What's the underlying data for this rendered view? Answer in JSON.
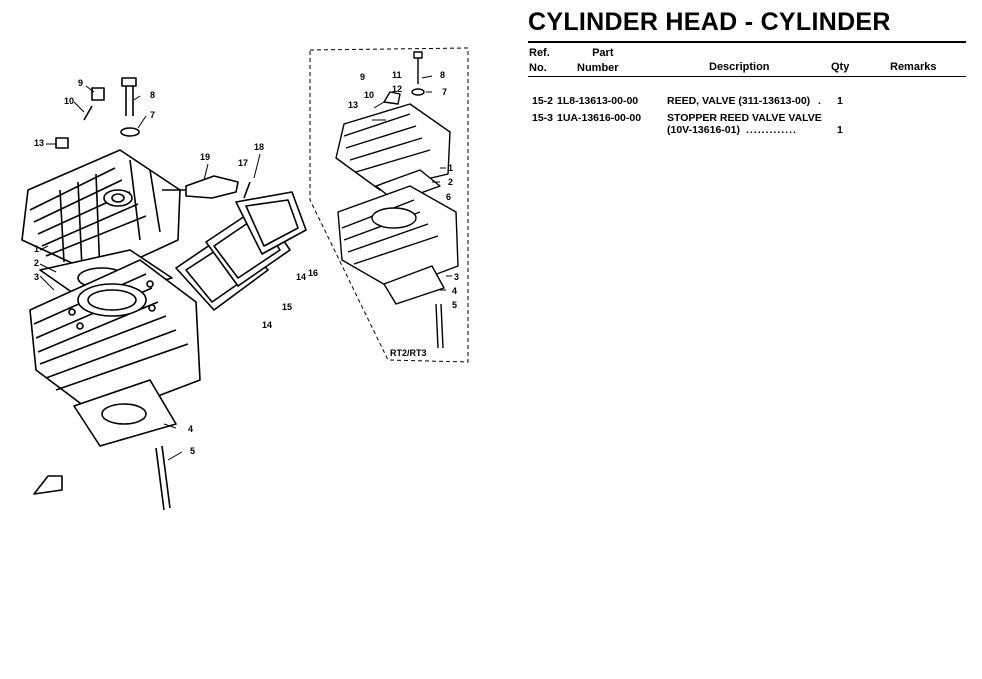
{
  "title": "CYLINDER HEAD - CYLINDER",
  "table": {
    "headers": {
      "ref_line1": "Ref.",
      "ref_line2": "No.",
      "part_line1": "Part",
      "part_line2": "Number",
      "description": "Description",
      "qty": "Qty",
      "remarks": "Remarks"
    },
    "rows": [
      {
        "ref": "15-2",
        "part": "1L8-13613-00-00",
        "desc": "REED, VALVE (311-13613-00)",
        "dots": ".",
        "qty": "1"
      },
      {
        "ref": "15-3",
        "part": "1UA-13616-00-00",
        "desc": "STOPPER REED VALVE VALVE",
        "desc2": "(10V-13616-01)",
        "dots": ".............",
        "qty": "1"
      }
    ]
  },
  "diagram": {
    "variant_label": "RT2/RT3",
    "callouts_main": [
      "13",
      "10",
      "9",
      "8",
      "7",
      "19",
      "18",
      "17",
      "16",
      "15",
      "14",
      "14",
      "1",
      "2",
      "3",
      "4",
      "5"
    ],
    "callouts_inset": [
      "11",
      "9",
      "8",
      "12",
      "7",
      "13",
      "10",
      "1",
      "2",
      "6",
      "3",
      "4",
      "5"
    ]
  }
}
